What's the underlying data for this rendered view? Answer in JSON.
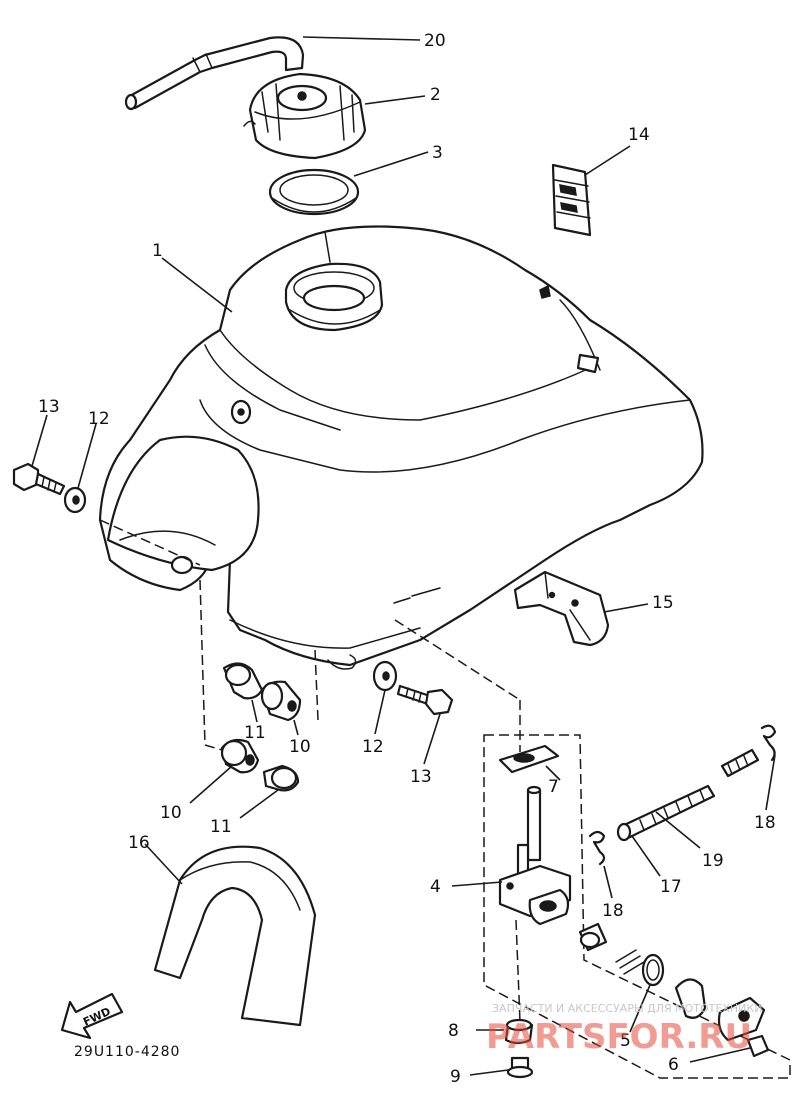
{
  "diagram": {
    "drawing_code": "29U110-4280",
    "fwd_label": "FWD",
    "callouts": [
      {
        "id": "c20",
        "label": "20"
      },
      {
        "id": "c2",
        "label": "2"
      },
      {
        "id": "c3",
        "label": "3"
      },
      {
        "id": "c14",
        "label": "14"
      },
      {
        "id": "c1",
        "label": "1"
      },
      {
        "id": "c13a",
        "label": "13"
      },
      {
        "id": "c12a",
        "label": "12"
      },
      {
        "id": "c15",
        "label": "15"
      },
      {
        "id": "c11a",
        "label": "11"
      },
      {
        "id": "c10a",
        "label": "10"
      },
      {
        "id": "c12b",
        "label": "12"
      },
      {
        "id": "c13b",
        "label": "13"
      },
      {
        "id": "c7",
        "label": "7"
      },
      {
        "id": "c10b",
        "label": "10"
      },
      {
        "id": "c11b",
        "label": "11"
      },
      {
        "id": "c18a",
        "label": "18"
      },
      {
        "id": "c16",
        "label": "16"
      },
      {
        "id": "c19",
        "label": "19"
      },
      {
        "id": "c17",
        "label": "17"
      },
      {
        "id": "c4",
        "label": "4"
      },
      {
        "id": "c18b",
        "label": "18"
      },
      {
        "id": "c8",
        "label": "8"
      },
      {
        "id": "c5",
        "label": "5"
      },
      {
        "id": "c6",
        "label": "6"
      },
      {
        "id": "c9",
        "label": "9"
      }
    ]
  },
  "watermark": {
    "line1": "ЗАПЧАСТИ И АКСЕССУАРЫ ДЛЯ МОТОТЕХНИКИ",
    "line2": "PARTSFOR.RU"
  }
}
